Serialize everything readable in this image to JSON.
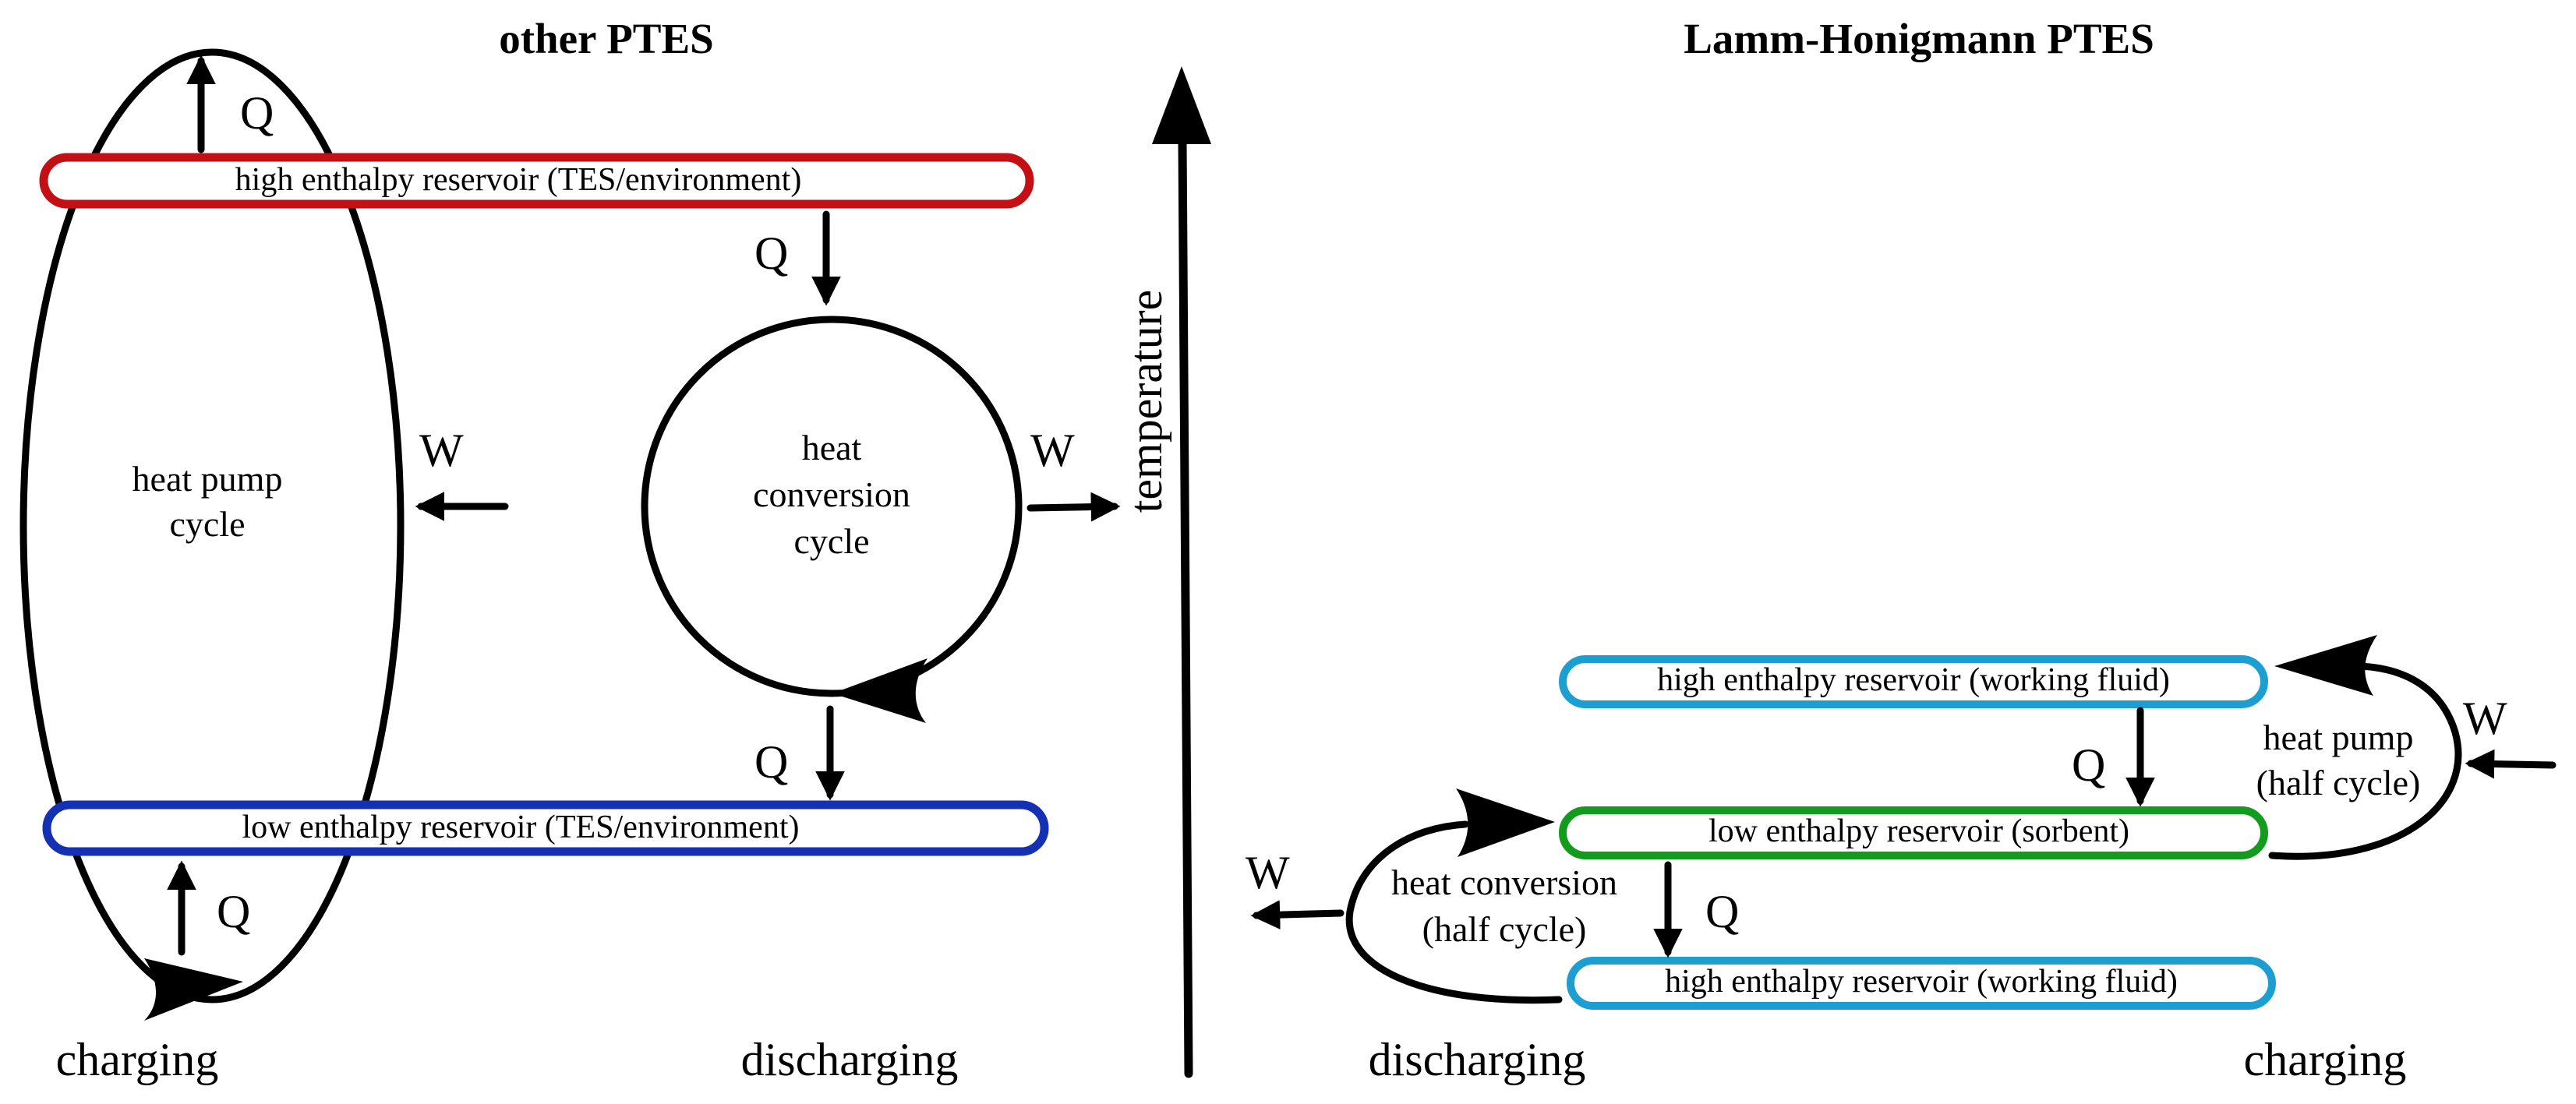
{
  "colors": {
    "high_red": "#c40f14",
    "low_blue": "#1431b4",
    "cyan": "#1c9ed0",
    "green": "#139b1d",
    "ink": "#000000"
  },
  "left": {
    "title": "other PTES",
    "high_reservoir": "high enthalpy reservoir (TES/environment)",
    "low_reservoir": "low enthalpy reservoir (TES/environment)",
    "heat_pump": [
      "heat pump",
      "cycle"
    ],
    "heat_conversion": [
      "heat",
      "conversion",
      "cycle"
    ],
    "q": "Q",
    "w": "W",
    "charging": "charging",
    "discharging": "discharging"
  },
  "axis": {
    "label": "temperature"
  },
  "right": {
    "title": "Lamm-Honigmann PTES",
    "top_reservoir": "high enthalpy reservoir (working fluid)",
    "sorbent_reservoir": "low enthalpy reservoir (sorbent)",
    "bottom_reservoir": "high enthalpy reservoir (working fluid)",
    "heat_pump": [
      "heat pump",
      "(half cycle)"
    ],
    "heat_conversion": [
      "heat conversion",
      "(half cycle)"
    ],
    "q": "Q",
    "w": "W",
    "discharging": "discharging",
    "charging": "charging"
  }
}
